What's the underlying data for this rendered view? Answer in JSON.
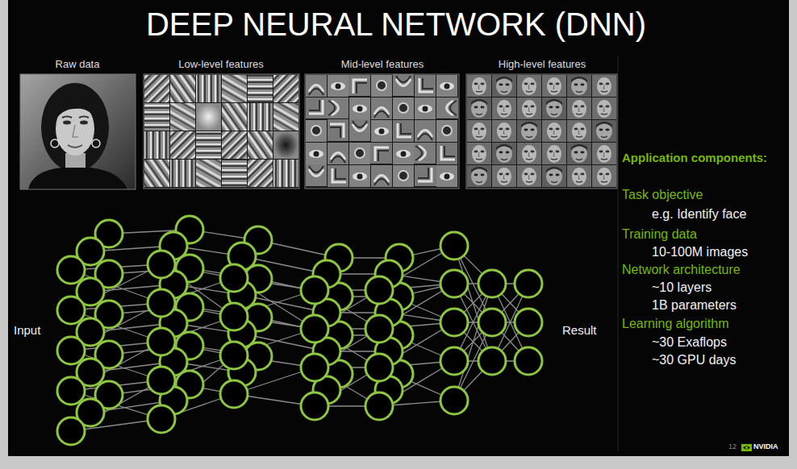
{
  "diagram": {
    "title": "DEEP NEURAL NETWORK (DNN)",
    "labels": [
      "Raw data",
      "Low-level features",
      "Mid-level features",
      "High-level features",
      "Input",
      "Result",
      "Application components:",
      "Task objective",
      "e.g. Identify face",
      "Training data",
      "10-100M images",
      "Network architecture",
      "~10 layers",
      "1B parameters",
      "Learning algorithm",
      "~30 Exaflops",
      "~30 GPU days",
      "12",
      "NVIDIA"
    ]
  }
}
